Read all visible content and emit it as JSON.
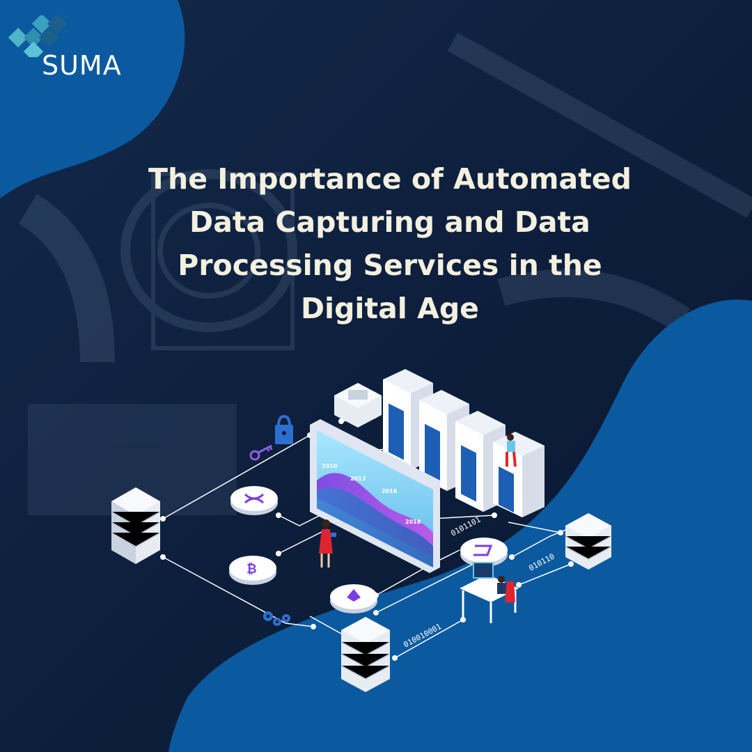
{
  "brand": {
    "name": "SUMA"
  },
  "headline": {
    "lines": [
      "The Importance of Automated",
      "Data Capturing and Data",
      "Processing Services in the",
      "Digital Age"
    ]
  },
  "illustration": {
    "binary_labels": [
      "0101101",
      "010110",
      "010010001"
    ],
    "chart_years": [
      "2010",
      "2013",
      "2016",
      "2018"
    ],
    "icons": [
      "lock-icon",
      "key-icon",
      "ripple-coin-icon",
      "bitcoin-coin-icon",
      "ethereum-coin-icon",
      "dash-coin-icon",
      "gears-icon"
    ]
  },
  "colors": {
    "background_dark": "#0d1f3c",
    "blob_blue": "#0b5aa0",
    "title_text": "#f4f0df",
    "logo_teal": "#4fb3c9"
  }
}
